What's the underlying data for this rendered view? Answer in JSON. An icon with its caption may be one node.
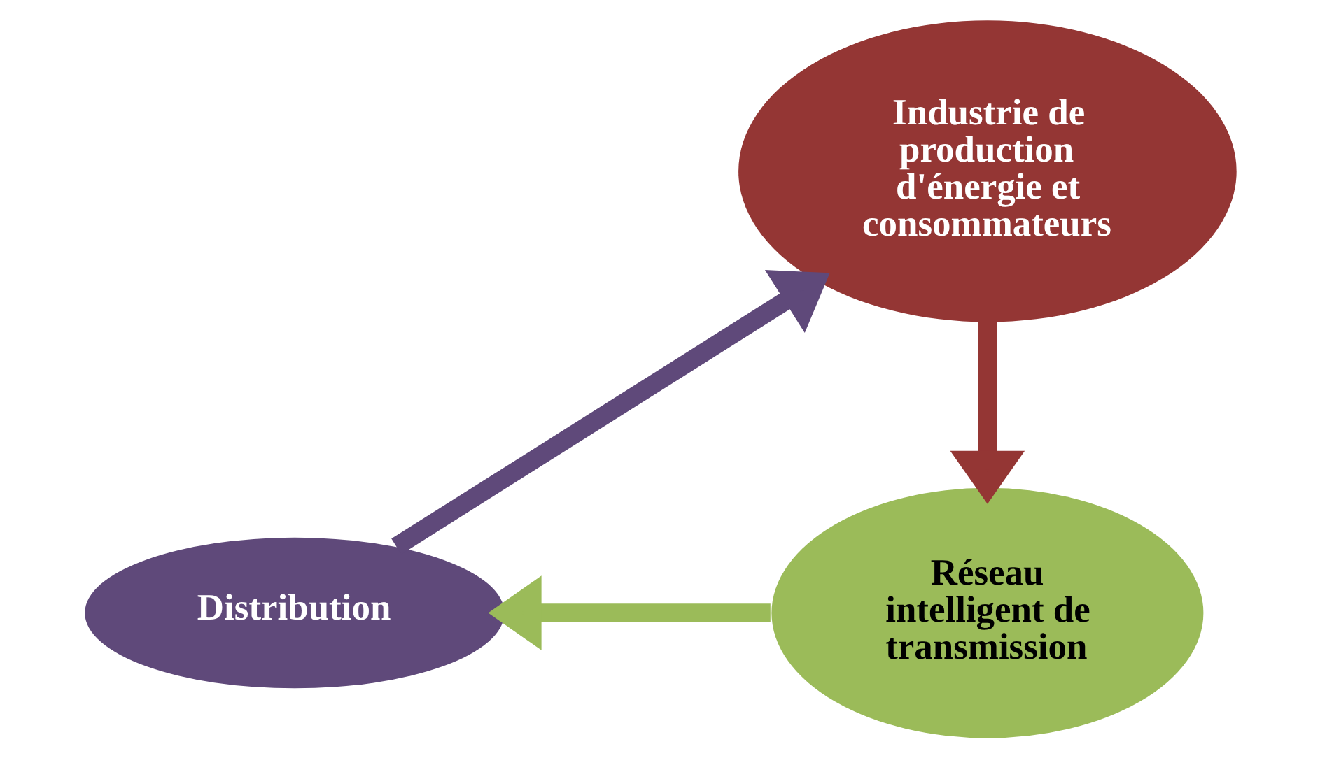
{
  "diagram": {
    "nodes": [
      {
        "text": [
          "Industrie de production d'énergie et consommateurs"
        ]
      },
      {
        "text": [
          "Réseau intelligent de transmission"
        ]
      },
      {
        "text": [
          "Distribution"
        ]
      }
    ],
    "edges": [
      {
        "from": 0,
        "to": 1,
        "arrow": "to",
        "color": "#943634"
      },
      {
        "from": 1,
        "to": 2,
        "arrow": "to",
        "color": "#9bbb59"
      },
      {
        "from": 2,
        "to": 0,
        "arrow": "to",
        "color": "#5f497a"
      }
    ]
  }
}
